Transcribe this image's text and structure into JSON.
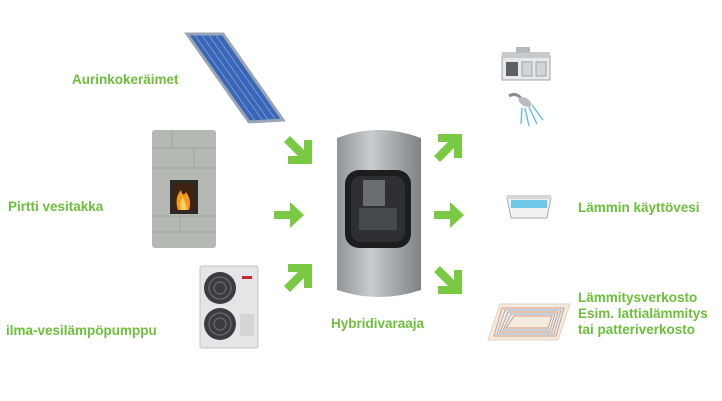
{
  "sources": [
    {
      "label": "Aurinkokeräimet",
      "icon": "solar-collector-icon"
    },
    {
      "label": "Pirtti vesitakka",
      "icon": "fireplace-icon"
    },
    {
      "label": "ilma-vesilämpöpumppu",
      "icon": "heat-pump-icon"
    }
  ],
  "center": {
    "label": "Hybridivaraaja",
    "icon": "hybrid-tank-icon"
  },
  "outputs": [
    {
      "label": "Lämmin käyttövesi",
      "icons": [
        "kitchen-icon",
        "shower-icon",
        "bathtub-icon"
      ]
    },
    {
      "label_lines": [
        "Lämmitysverkosto",
        "Esim. lattialämmitys",
        "tai patteriverkosto"
      ],
      "icon": "floor-heating-icon"
    }
  ],
  "colors": {
    "accent": "#6cbf3a"
  }
}
